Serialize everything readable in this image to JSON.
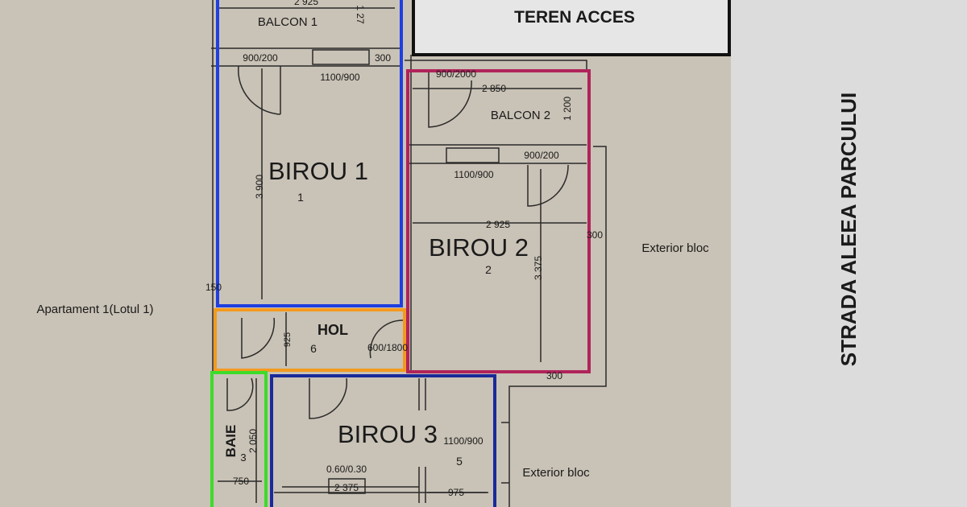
{
  "access": {
    "label": "TEREN ACCES"
  },
  "street": {
    "label": "STRADA ALEEA PARCULUI"
  },
  "neighbor": {
    "label": "Apartament 1(Lotul 1)"
  },
  "exterior": {
    "top": "Exterior bloc",
    "bottom": "Exterior bloc"
  },
  "rooms": {
    "birou1": {
      "name": "BIROU 1",
      "num": "1",
      "height": "3 900",
      "width": "2 925",
      "door": "900/200",
      "window": "1100/900",
      "pier": "300"
    },
    "balcon1": {
      "name": "BALCON 1",
      "depth": "1 27"
    },
    "balcon2": {
      "name": "BALCON 2",
      "width": "2 850",
      "depth": "1 200",
      "door": "900/2000"
    },
    "birou2": {
      "name": "BIROU 2",
      "num": "2",
      "width": "2 925",
      "height": "3 375",
      "door": "900/200",
      "window": "1100/900",
      "side": "300",
      "bottom": "300"
    },
    "hol": {
      "name": "HOL",
      "num": "6",
      "depth": "925",
      "door": "600/1800"
    },
    "baie": {
      "name": "BAIE",
      "num": "3",
      "height": "2 050",
      "width": "750"
    },
    "birou3": {
      "name": "BIROU 3",
      "num": "5",
      "window": "1100/900",
      "niche": "0.60/0.30",
      "width": "2 375",
      "width2": "975"
    },
    "misc": {
      "wall": "150"
    }
  },
  "colors": {
    "birou1": "#1f3fe0",
    "birou2": "#b0235a",
    "hol": "#f39a1e",
    "baie": "#3ddc2a",
    "birou3": "#1a2a9a"
  }
}
